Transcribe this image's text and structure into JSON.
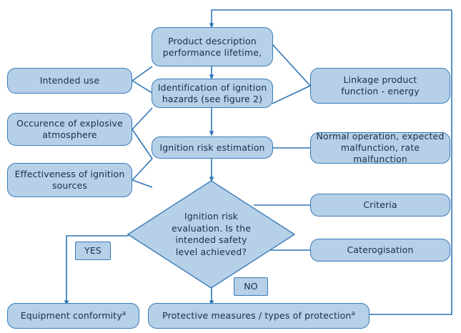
{
  "diagram": {
    "title": "Ignition risk assessment flow chart",
    "colors": {
      "node_fill": "#b6d0e8",
      "node_border": "#3a7cb8",
      "connector": "#2e75b6",
      "text": "#16304a",
      "background": "#ffffff"
    }
  },
  "nodes": {
    "product_description": {
      "label": "Product  description\nperformance lifetime,"
    },
    "identification": {
      "label": "Identification  of  ignition\nhazards (see figure 2)"
    },
    "ignition_risk_estimation": {
      "label": "Ignition  risk  estimation"
    },
    "intended_use": {
      "label": "Intended  use"
    },
    "explosive_atmosphere": {
      "label": "Occurence  of  explosive\natmosphere"
    },
    "ignition_sources": {
      "label": "Effectiveness of ignition\nsources"
    },
    "linkage": {
      "label": "Linkage product\nfunction  -  energy"
    },
    "malfunction": {
      "label": "Normal operation,  expected\nmalfunction,  rate malfunction"
    },
    "criteria": {
      "label": "Criteria"
    },
    "categorisation": {
      "label": "Caterogisation"
    },
    "decision": {
      "label": "Ignition  risk\nevaluation. Is the\nintended  safety\nlevel achieved?"
    },
    "yes_label": {
      "label": "YES"
    },
    "no_label": {
      "label": "NO"
    },
    "equipment_conformity": {
      "label": "Equipment  conformity",
      "footnote_marker": "a"
    },
    "protective_measures": {
      "label": "Protective measures / types of protection",
      "footnote_marker": "a"
    }
  }
}
